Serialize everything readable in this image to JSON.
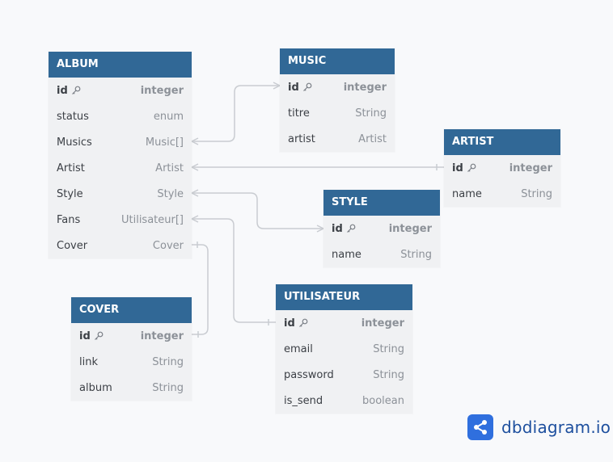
{
  "tables": {
    "album": {
      "name": "ALBUM",
      "columns": [
        {
          "name": "id",
          "type": "integer",
          "pk": true
        },
        {
          "name": "status",
          "type": "enum"
        },
        {
          "name": "Musics",
          "type": "Music[]"
        },
        {
          "name": "Artist",
          "type": "Artist"
        },
        {
          "name": "Style",
          "type": "Style"
        },
        {
          "name": "Fans",
          "type": "Utilisateur[]"
        },
        {
          "name": "Cover",
          "type": "Cover"
        }
      ]
    },
    "music": {
      "name": "MUSIC",
      "columns": [
        {
          "name": "id",
          "type": "integer",
          "pk": true
        },
        {
          "name": "titre",
          "type": "String"
        },
        {
          "name": "artist",
          "type": "Artist"
        }
      ]
    },
    "artist": {
      "name": "ARTIST",
      "columns": [
        {
          "name": "id",
          "type": "integer",
          "pk": true
        },
        {
          "name": "name",
          "type": "String"
        }
      ]
    },
    "style": {
      "name": "STYLE",
      "columns": [
        {
          "name": "id",
          "type": "integer",
          "pk": true
        },
        {
          "name": "name",
          "type": "String"
        }
      ]
    },
    "cover": {
      "name": "COVER",
      "columns": [
        {
          "name": "id",
          "type": "integer",
          "pk": true
        },
        {
          "name": "link",
          "type": "String"
        },
        {
          "name": "album",
          "type": "String"
        }
      ]
    },
    "utilisateur": {
      "name": "UTILISATEUR",
      "columns": [
        {
          "name": "id",
          "type": "integer",
          "pk": true
        },
        {
          "name": "email",
          "type": "String"
        },
        {
          "name": "password",
          "type": "String"
        },
        {
          "name": "is_send",
          "type": "boolean"
        }
      ]
    }
  },
  "relations": [
    {
      "from": "ALBUM.Musics",
      "to": "MUSIC.id"
    },
    {
      "from": "ALBUM.Artist",
      "to": "ARTIST.id"
    },
    {
      "from": "ALBUM.Style",
      "to": "STYLE.id"
    },
    {
      "from": "ALBUM.Fans",
      "to": "UTILISATEUR.id"
    },
    {
      "from": "ALBUM.Cover",
      "to": "COVER.id"
    }
  ],
  "brand": {
    "text": "dbdiagram.io"
  },
  "colors": {
    "header": "#316896",
    "body": "#f0f1f3",
    "connector": "#c9ccd1",
    "brand": "#2f6fde"
  }
}
